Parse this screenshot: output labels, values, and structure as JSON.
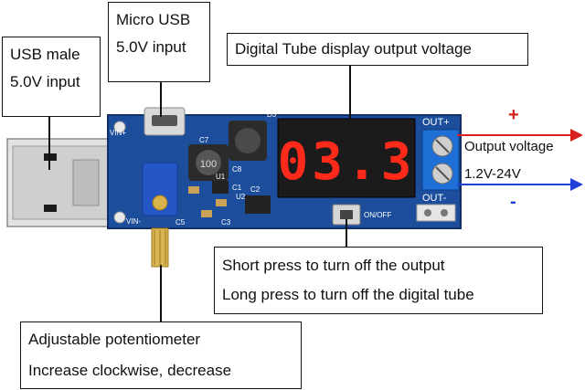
{
  "callouts": {
    "usb_male": {
      "line1": "USB male",
      "line2": "5.0V input"
    },
    "micro_usb": {
      "line1": "Micro USB",
      "line2": "5.0V input"
    },
    "display": {
      "line1": "Digital Tube display output voltage"
    },
    "button": {
      "line1": "Short press to turn off the output",
      "line2": "Long press to turn off the digital tube"
    },
    "potentiometer": {
      "line1": "Adjustable potentiometer",
      "line2": "Increase clockwise, decrease"
    }
  },
  "output": {
    "label": "Output voltage",
    "range": "1.2V-24V",
    "plus_sign": "+",
    "minus_sign": "-",
    "plus_color": "#d81f1f",
    "minus_color": "#1f3fd8"
  },
  "board": {
    "display_value": "03.3",
    "display_color": "#ff2a1a",
    "pcb_color": "#1d4e9c",
    "silkscreen": {
      "out_plus": "OUT+",
      "out_minus": "OUT-",
      "onoff": "ON/OFF",
      "vin_plus": "VIN+",
      "vin_minus": "VIN-",
      "d3": "D3",
      "c7": "C7",
      "c8": "C8",
      "c1": "C1",
      "c2": "C2",
      "c3": "C3",
      "c5": "C5",
      "u1": "U1",
      "u2": "U2",
      "inductor_value": "100"
    }
  }
}
